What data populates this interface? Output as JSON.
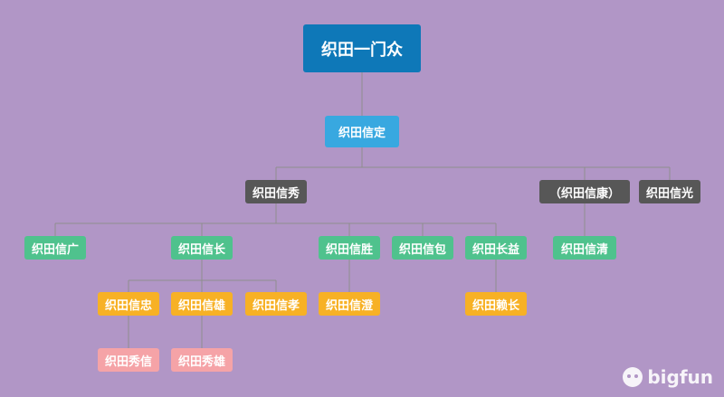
{
  "colors": {
    "background": "#b196c6",
    "line": "#8e8e8e",
    "root": "#0e78b8",
    "level1": "#38a8e0",
    "level2": "#575757",
    "level3": "#4fc28d",
    "level4": "#f7b125",
    "level5": "#f5a3a7"
  },
  "nodes": {
    "root": "织田一门众",
    "nobusada": "织田信定",
    "nobuhide": "织田信秀",
    "nobuyasu": "（织田信康）",
    "nobumitsu": "织田信光",
    "nobuhiro": "织田信广",
    "nobunaga": "织田信长",
    "nobukatsu": "织田信胜",
    "nobukane": "织田信包",
    "nagamasu": "织田长益",
    "nobukiyo": "织田信清",
    "nobutada": "织田信忠",
    "nobukatsu2": "织田信雄",
    "nobutaka": "织田信孝",
    "nobuzumi": "织田信澄",
    "yorinaga": "织田赖长",
    "hidenobu": "织田秀信",
    "hidekatsu": "织田秀雄"
  },
  "watermark": {
    "brand": "bigfun",
    "icon": "bigfun-mascot-icon"
  }
}
